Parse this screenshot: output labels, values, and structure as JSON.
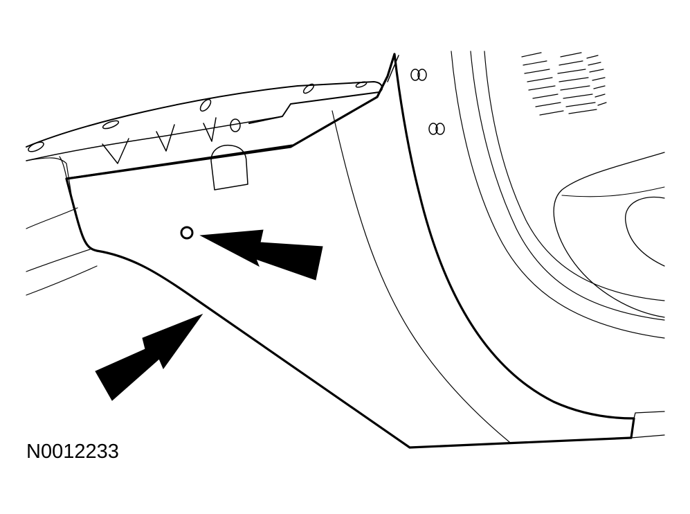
{
  "figure": {
    "id_label": "N0012233"
  },
  "colors": {
    "line": "#000000",
    "background": "#ffffff",
    "arrow_fill": "#000000"
  },
  "callouts": [
    {
      "name": "arrow-pointing-to-hole",
      "icon": "arrow-left-icon"
    },
    {
      "name": "arrow-pointing-to-edge",
      "icon": "arrow-up-right-icon"
    }
  ]
}
